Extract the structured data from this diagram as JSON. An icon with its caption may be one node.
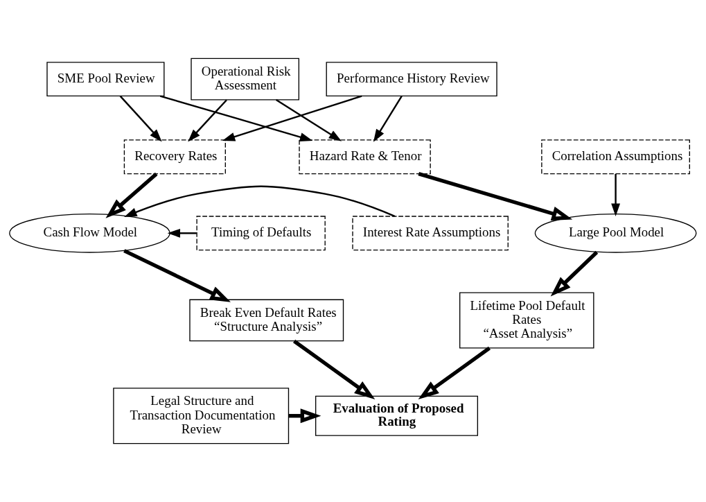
{
  "diagram": {
    "nodes": [
      {
        "text": [
          "SME Pool Review"
        ]
      },
      {
        "text": [
          "Operational Risk Assessment"
        ]
      },
      {
        "text": [
          "Performance History Review"
        ]
      },
      {
        "text": [
          "Recovery Rates"
        ]
      },
      {
        "text": [
          "Hazard Rate & Tenor"
        ]
      },
      {
        "text": [
          "Timing of Defaults"
        ]
      },
      {
        "text": [
          "Cash Flow Model"
        ]
      },
      {
        "text": [
          "Large Pool Model"
        ]
      },
      {
        "text": [
          "Correlation Assumptions"
        ]
      },
      {
        "text": [
          "Interest Rate Assumptions"
        ]
      },
      {
        "text": [
          "Break Even Default Rates",
          "“Structure Analysis”"
        ]
      },
      {
        "text": [
          "Lifetime Pool Default Rates",
          "“Asset Analysis”"
        ]
      },
      {
        "text": [
          "Legal Structure and Transaction Documentation Review"
        ]
      },
      {
        "text": [
          "Evaluation of Proposed Rating"
        ]
      }
    ],
    "edges": [
      {
        "from": 0,
        "to": 3,
        "arrow": "to"
      },
      {
        "from": 0,
        "to": 4,
        "arrow": "to"
      },
      {
        "from": 1,
        "to": 3,
        "arrow": "to"
      },
      {
        "from": 1,
        "to": 4,
        "arrow": "to"
      },
      {
        "from": 2,
        "to": 3,
        "arrow": "to"
      },
      {
        "from": 2,
        "to": 4,
        "arrow": "to"
      },
      {
        "from": 3,
        "to": 6,
        "arrow": "to",
        "style": "thick"
      },
      {
        "from": 4,
        "to": 7,
        "arrow": "to",
        "style": "thick"
      },
      {
        "from": 5,
        "to": 6,
        "arrow": "to"
      },
      {
        "from": 9,
        "to": 6,
        "arrow": "to"
      },
      {
        "from": 8,
        "to": 7,
        "arrow": "to"
      },
      {
        "from": 6,
        "to": 10,
        "arrow": "to",
        "style": "thick"
      },
      {
        "from": 7,
        "to": 11,
        "arrow": "to",
        "style": "thick"
      },
      {
        "from": 10,
        "to": 13,
        "arrow": "to",
        "style": "thick"
      },
      {
        "from": 11,
        "to": 13,
        "arrow": "to",
        "style": "thick"
      },
      {
        "from": 12,
        "to": 13,
        "arrow": "to",
        "style": "thick"
      }
    ]
  }
}
